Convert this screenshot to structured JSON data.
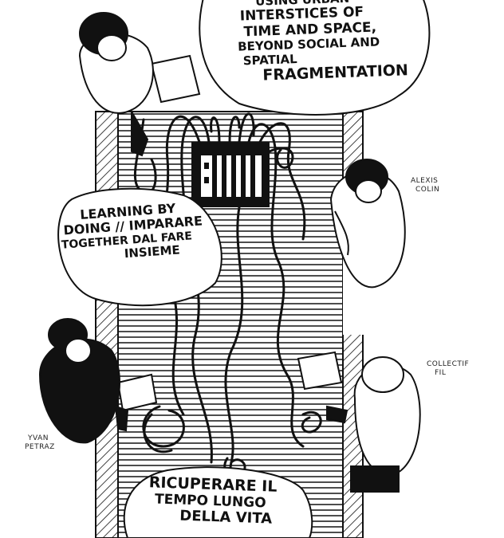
{
  "speech_bubbles": {
    "top_right": {
      "lines": [
        "USING URBAN",
        "INTERSTICES OF",
        "TIME AND SPACE,",
        "BEYOND SOCIAL AND",
        "SPATIAL",
        "FRAGMENTATION"
      ]
    },
    "middle_left": {
      "lines": [
        "LEARNING BY",
        "DOING // IMPARARE",
        "TOGETHER DAL FARE",
        "INSIEME"
      ]
    },
    "bottom": {
      "lines": [
        "RICUPERARE IL",
        "TEMPO LUNGO",
        "DELLA VITA"
      ]
    }
  },
  "name_labels": {
    "right_top": [
      "ALEXIS",
      "COLIN"
    ],
    "right_bottom": [
      "COLLECTIF",
      "FIL"
    ],
    "left_bottom": [
      "YVAN",
      "PETRAZ"
    ]
  },
  "colors": {
    "ink": "#111111",
    "paper": "#ffffff"
  }
}
